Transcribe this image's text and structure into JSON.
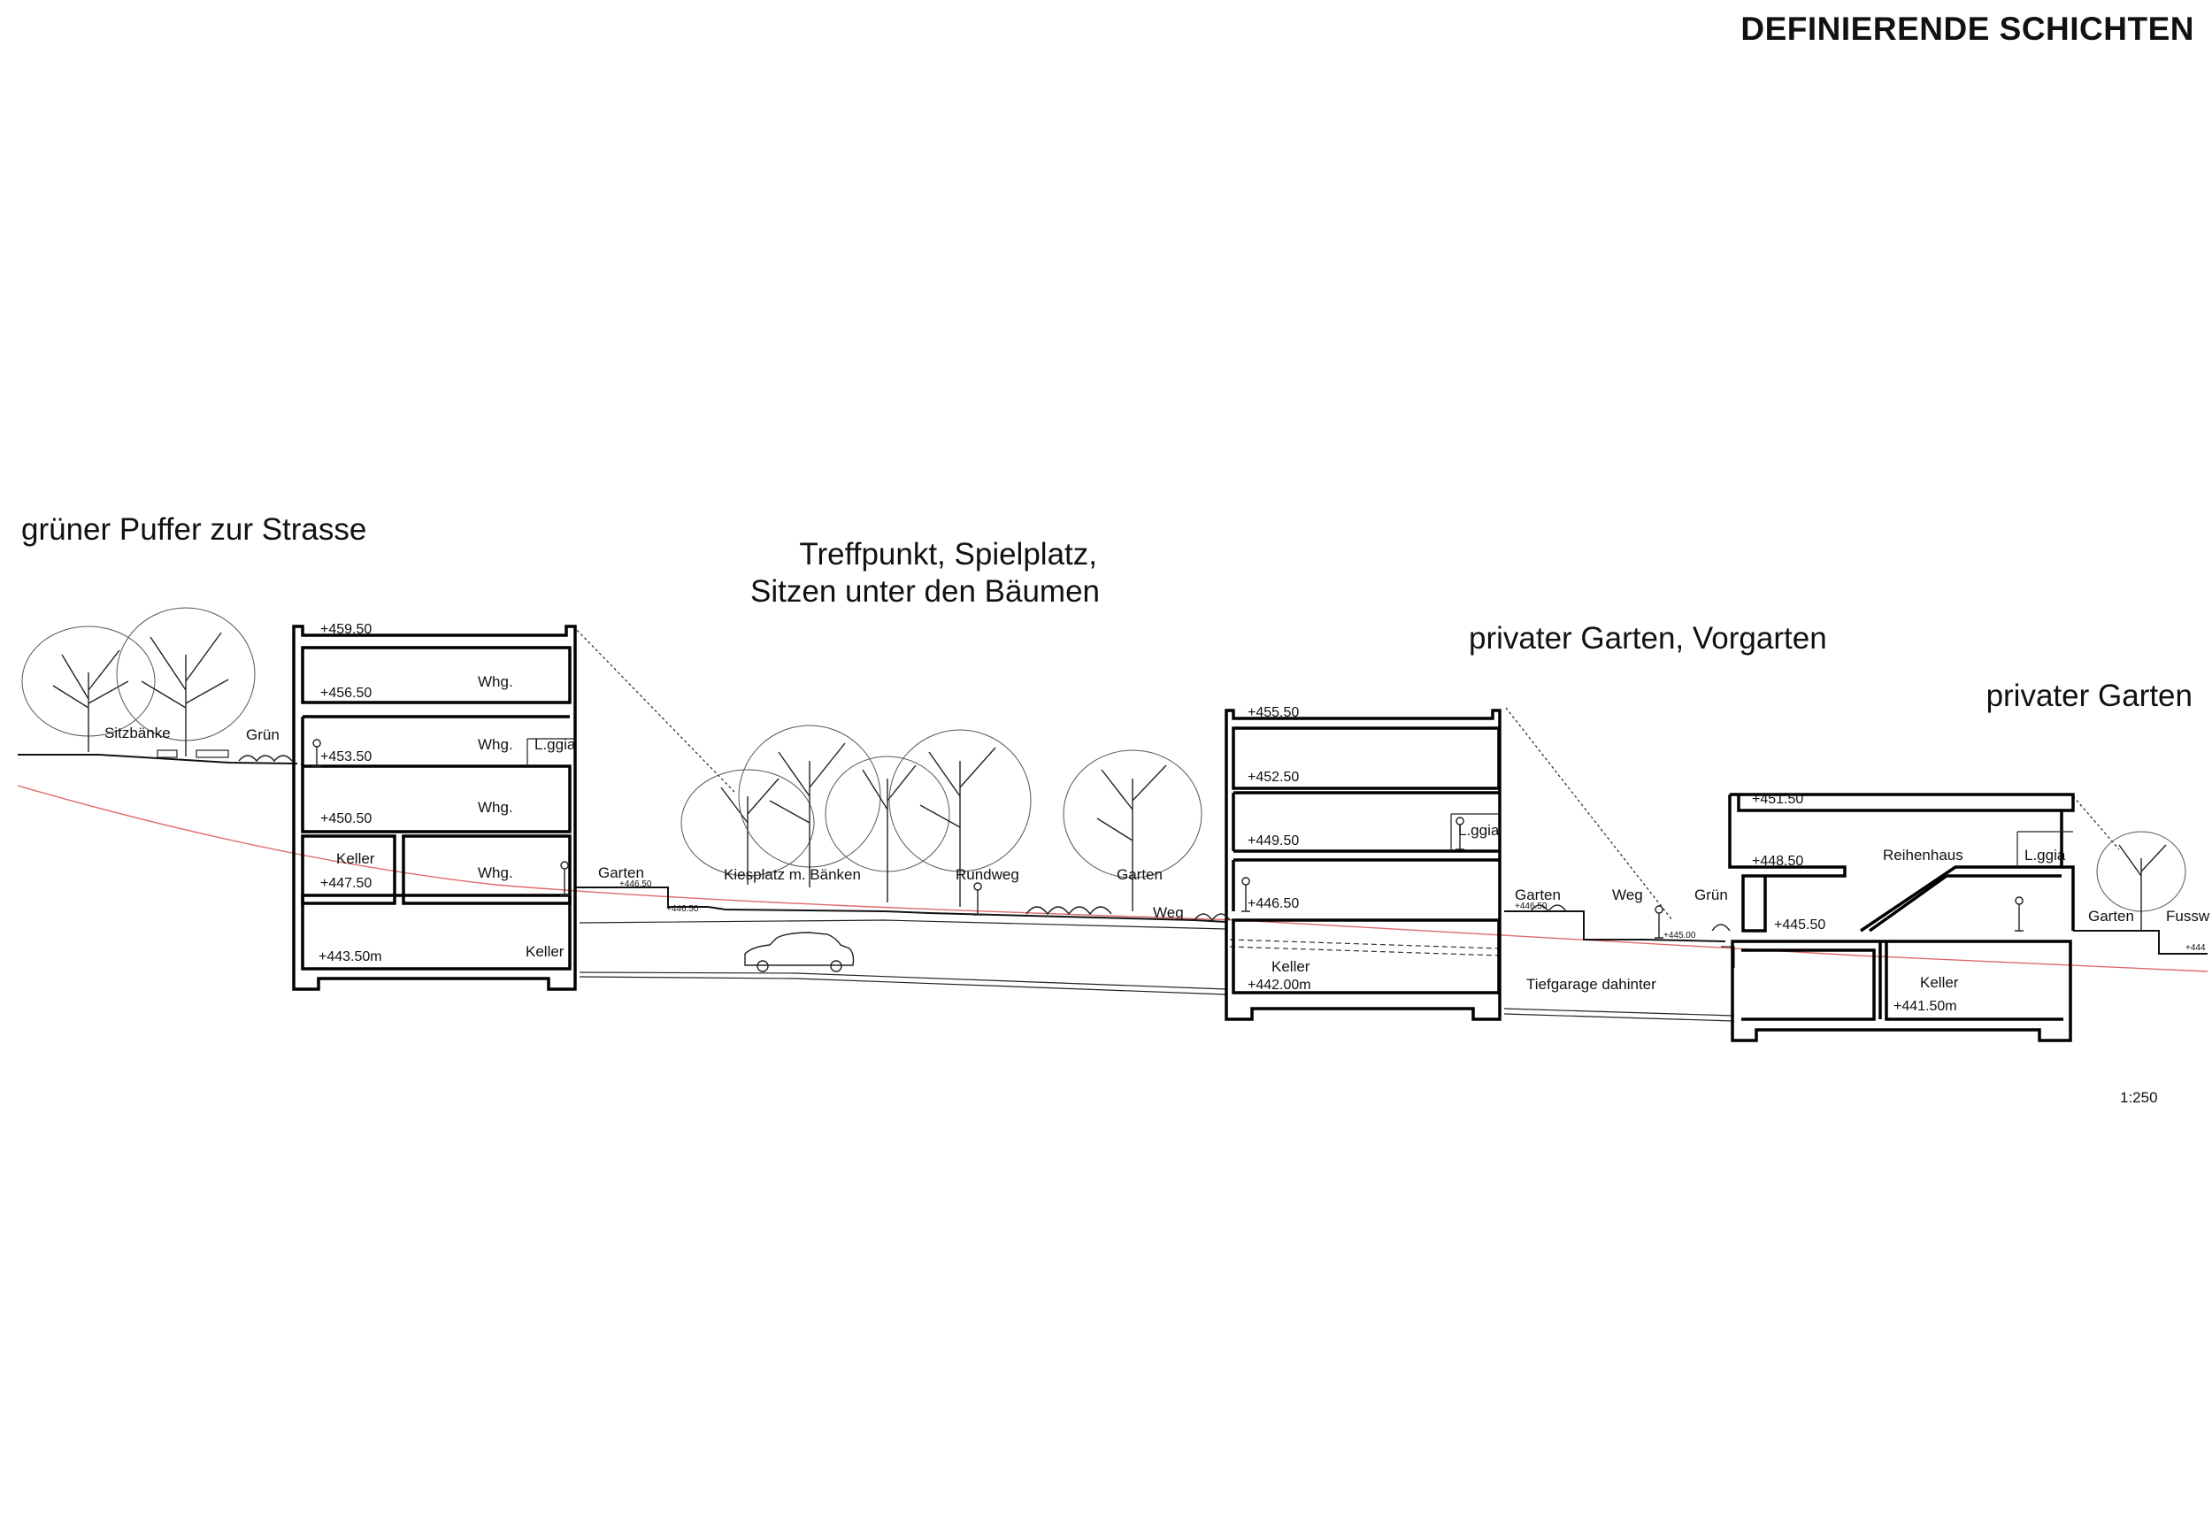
{
  "title": "DEFINIERENDE SCHICHTEN",
  "headings": {
    "buffer": "grüner Puffer zur Strasse",
    "meeting_1": "Treffpunkt, Spielplatz,",
    "meeting_2": "Sitzen unter den Bäumen",
    "front_garden": "privater Garten, Vorgarten",
    "private_garden": "privater Garten"
  },
  "scale": "1:250",
  "building_a": {
    "levels": [
      "+459.50",
      "+456.50",
      "+453.50",
      "+450.50",
      "+447.50",
      "+443.50m"
    ],
    "rooms": [
      "Whg.",
      "Whg.",
      "L.ggia",
      "Whg.",
      "Keller",
      "Whg.",
      "Keller"
    ]
  },
  "building_b": {
    "levels": [
      "+455.50",
      "+452.50",
      "+449.50",
      "+446.50",
      "+442.00m"
    ],
    "rooms": [
      "L.ggia",
      "Keller"
    ]
  },
  "building_c": {
    "levels": [
      "+451.50",
      "+448.50",
      "+445.50",
      "+441.50m"
    ],
    "rooms": [
      "Reihenhaus",
      "L.ggia",
      "Keller"
    ]
  },
  "landscape": {
    "sitzbaenke": "Sitzbänke",
    "gruen_1": "Grün",
    "garten_1": "Garten",
    "kiesplatz": "Kiesplatz m. Bänken",
    "rundweg": "Rundweg",
    "garten_2": "Garten",
    "weg_1": "Weg",
    "garten_3": "Garten",
    "weg_2": "Weg",
    "gruen_2": "Grün",
    "garten_4": "Garten",
    "fussweg": "Fussw",
    "tiefgarage": "Tiefgarage dahinter",
    "small_levels": [
      "+446.50",
      "+446.50",
      "+445.00",
      "+446.50",
      "+444"
    ]
  }
}
